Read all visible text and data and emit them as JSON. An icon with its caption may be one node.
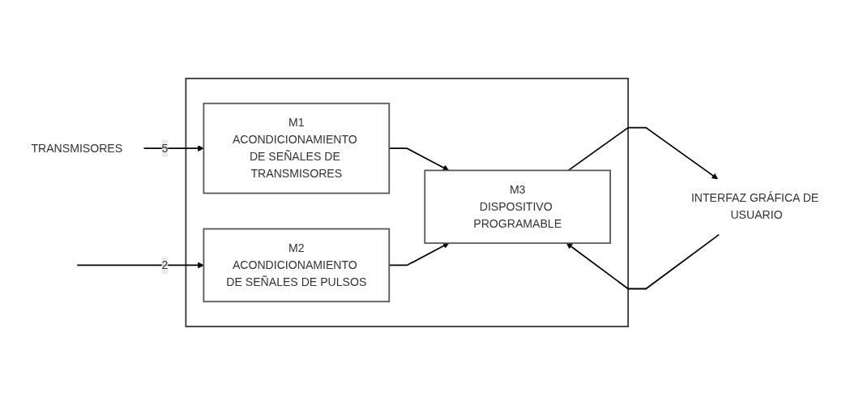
{
  "diagram": {
    "nodes": [
      {
        "text": [],
        "shape": "box"
      },
      {
        "text": [
          "TRANSMISORES"
        ]
      },
      {
        "text": [
          "M1",
          "ACONDICIONAMIENTO DE SEÑALES DE TRANSMISORES"
        ],
        "in": 0
      },
      {
        "text": [
          "M3",
          "DISPOSITIVO PROGRAMABLE"
        ],
        "in": 0
      },
      {
        "text": [
          "INTERFAZ GRÁFICA DE USUARIO"
        ]
      },
      {
        "text": [
          "M2",
          "ACONDICIONAMIENTO DE SEÑALES DE PULSOS"
        ],
        "in": 0
      }
    ],
    "edges": [
      {
        "from": 1,
        "to": 2,
        "arrow": "to",
        "label": "5"
      },
      {
        "from": null,
        "to": 5,
        "arrow": "to",
        "label": "2"
      },
      {
        "from": 2,
        "to": 3,
        "arrow": "to"
      },
      {
        "from": 5,
        "to": 3,
        "arrow": "to"
      },
      {
        "from": 3,
        "to": 4,
        "arrow": "to"
      },
      {
        "from": 4,
        "to": 3,
        "arrow": "to"
      }
    ]
  }
}
